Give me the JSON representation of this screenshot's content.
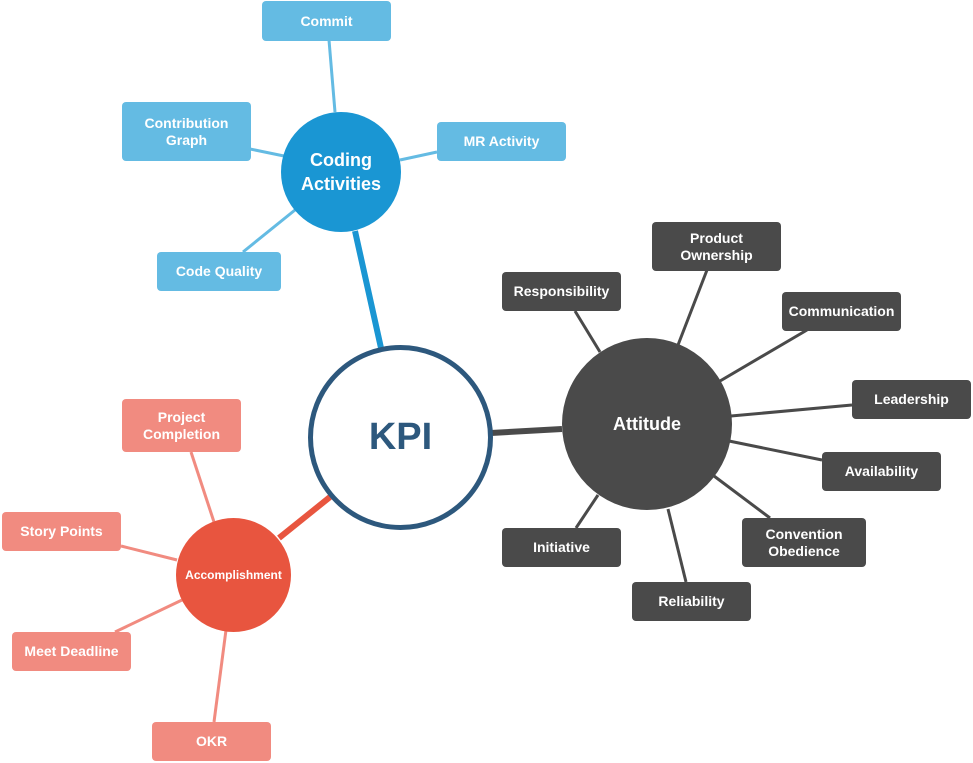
{
  "colors": {
    "center_border": "#2d587d",
    "coding": "#1a96d3",
    "coding_leaf": "#64bbe3",
    "attitude": "#4a4a4a",
    "attitude_leaf": "#4a4a4a",
    "accomplishment": "#e8553f",
    "accomplishment_leaf": "#f18b80"
  },
  "mindmap": {
    "center": "KPI",
    "coding": {
      "label": "Coding\nActivities",
      "leaves": [
        "Commit",
        "Contribution\nGraph",
        "MR Activity",
        "Code Quality"
      ]
    },
    "attitude": {
      "label": "Attitude",
      "leaves": [
        "Responsibility",
        "Product\nOwnership",
        "Communication",
        "Leadership",
        "Availability",
        "Convention\nObedience",
        "Reliability",
        "Initiative"
      ]
    },
    "accomplishment": {
      "label": "Accomplishment",
      "leaves": [
        "Project\nCompletion",
        "Story Points",
        "Meet Deadline",
        "OKR"
      ]
    }
  }
}
